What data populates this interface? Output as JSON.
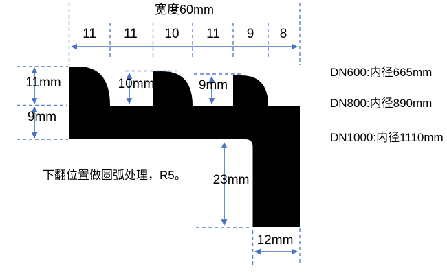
{
  "title": "宽度60mm",
  "top_dimension": {
    "segments": [
      "11",
      "11",
      "10",
      "11",
      "9",
      "8"
    ]
  },
  "profile_dims": {
    "fin1_height": "11mm",
    "body_thickness": "9mm",
    "fin2_height": "10mm",
    "fin3_height": "9mm",
    "leg_height": "23mm",
    "leg_width": "12mm"
  },
  "note": "下翻位置做圆弧处理，R5。",
  "specs": [
    "DN600:内径665mm",
    "DN800:内径890mm",
    "DN1000:内径1110mm"
  ],
  "colors": {
    "arrow_blue": "#4472C4",
    "dash_blue": "#5A80C8",
    "profile_black": "#000000"
  }
}
